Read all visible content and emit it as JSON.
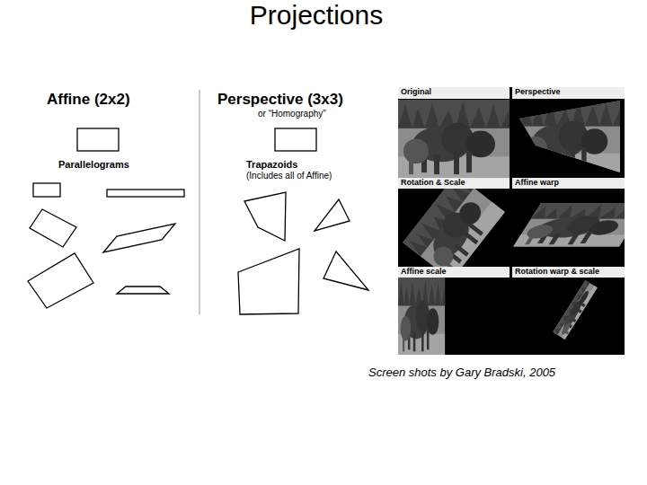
{
  "diagram": {
    "title": "Projections",
    "caption": "Screen shots by Gary Bradski, 2005",
    "labels": [
      "Affine (2x2)",
      "Parallelograms",
      "Perspective (3x3)",
      "or “Homography”",
      "Trapazoids",
      "(Includes all of Affine)",
      "Original",
      "Perspective",
      "Rotation & Scale",
      "Affine warp",
      "Affine scale",
      "Rotation warp & scale"
    ]
  }
}
